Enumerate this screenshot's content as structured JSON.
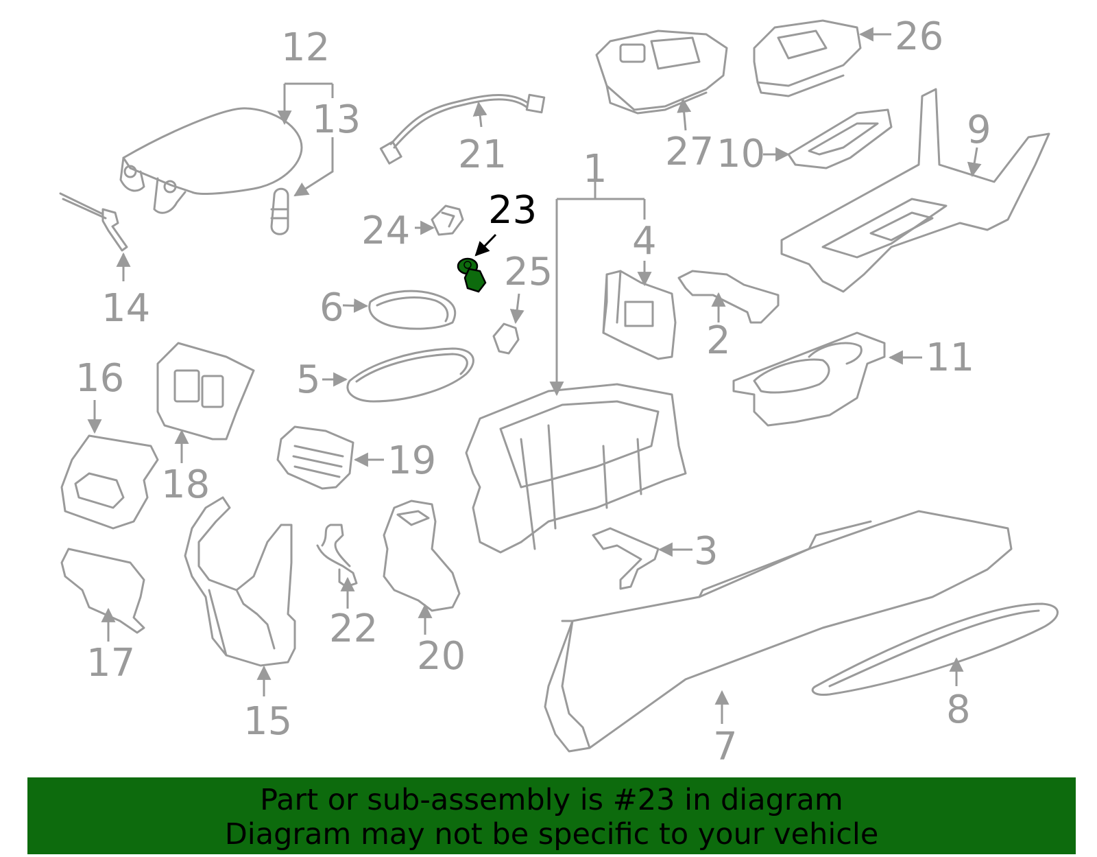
{
  "diagram": {
    "callouts": [
      "1",
      "2",
      "3",
      "4",
      "5",
      "6",
      "7",
      "8",
      "9",
      "10",
      "11",
      "12",
      "13",
      "14",
      "15",
      "16",
      "17",
      "18",
      "19",
      "20",
      "21",
      "22",
      "23",
      "24",
      "25",
      "26",
      "27"
    ],
    "highlighted_part": "23",
    "colors": {
      "highlight": "#0d6b0d",
      "line": "#9a9a9a",
      "highlight_label": "#000000"
    }
  },
  "footer": {
    "line1": "Part or sub-assembly is #23 in diagram",
    "line2": "Diagram may not be specific to your vehicle",
    "background": "#0d6b0d"
  }
}
